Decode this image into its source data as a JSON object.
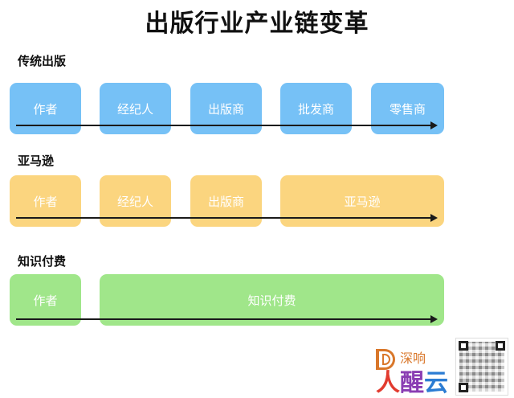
{
  "title": "出版行业产业链变革",
  "sections": [
    {
      "label": "传统出版",
      "color": "#76c1f6",
      "boxes": [
        "作者",
        "经纪人",
        "出版商",
        "批发商",
        "零售商"
      ]
    },
    {
      "label": "亚马逊",
      "color": "#fbd57f",
      "boxes": [
        "作者",
        "经纪人",
        "出版商",
        "亚马逊"
      ]
    },
    {
      "label": "知识付费",
      "color": "#a0e68a",
      "boxes": [
        "作者",
        "知识付费"
      ]
    }
  ],
  "logo": {
    "small_text": "深响",
    "big_chars": [
      "人",
      "醒",
      "云"
    ]
  }
}
